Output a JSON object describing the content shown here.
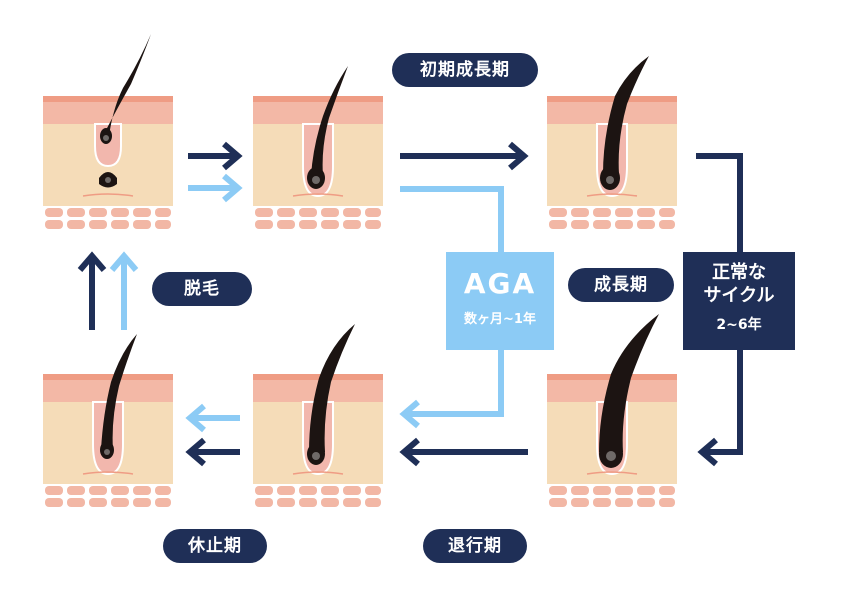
{
  "colors": {
    "navy": "#1f2f57",
    "light_blue": "#8ccbf5",
    "skin_top": "#f3b8a6",
    "skin_stripe": "#ef9c84",
    "dermis": "#f5dcb8",
    "follicle": "#f2b7ad",
    "hair": "#1c1412",
    "cells": "#f2b7a5"
  },
  "labels": {
    "shoki_seichoki": "初期成長期",
    "seichoki": "成長期",
    "taikoki": "退行期",
    "kyushiki": "休止期",
    "datsumo": "脱毛"
  },
  "normal_cycle": {
    "line1": "正常な",
    "line2": "サイクル",
    "duration": "2~6年"
  },
  "aga": {
    "title": "AGA",
    "duration": "数ヶ月~1年"
  },
  "panels": [
    {
      "id": "hair-panel-shedding",
      "stage": "shedding"
    },
    {
      "id": "hair-panel-early-anagen",
      "stage": "early-anagen"
    },
    {
      "id": "hair-panel-anagen",
      "stage": "anagen"
    },
    {
      "id": "hair-panel-catagen",
      "stage": "catagen"
    },
    {
      "id": "hair-panel-telogen-2",
      "stage": "telogen"
    },
    {
      "id": "hair-panel-telogen",
      "stage": "telogen"
    }
  ]
}
